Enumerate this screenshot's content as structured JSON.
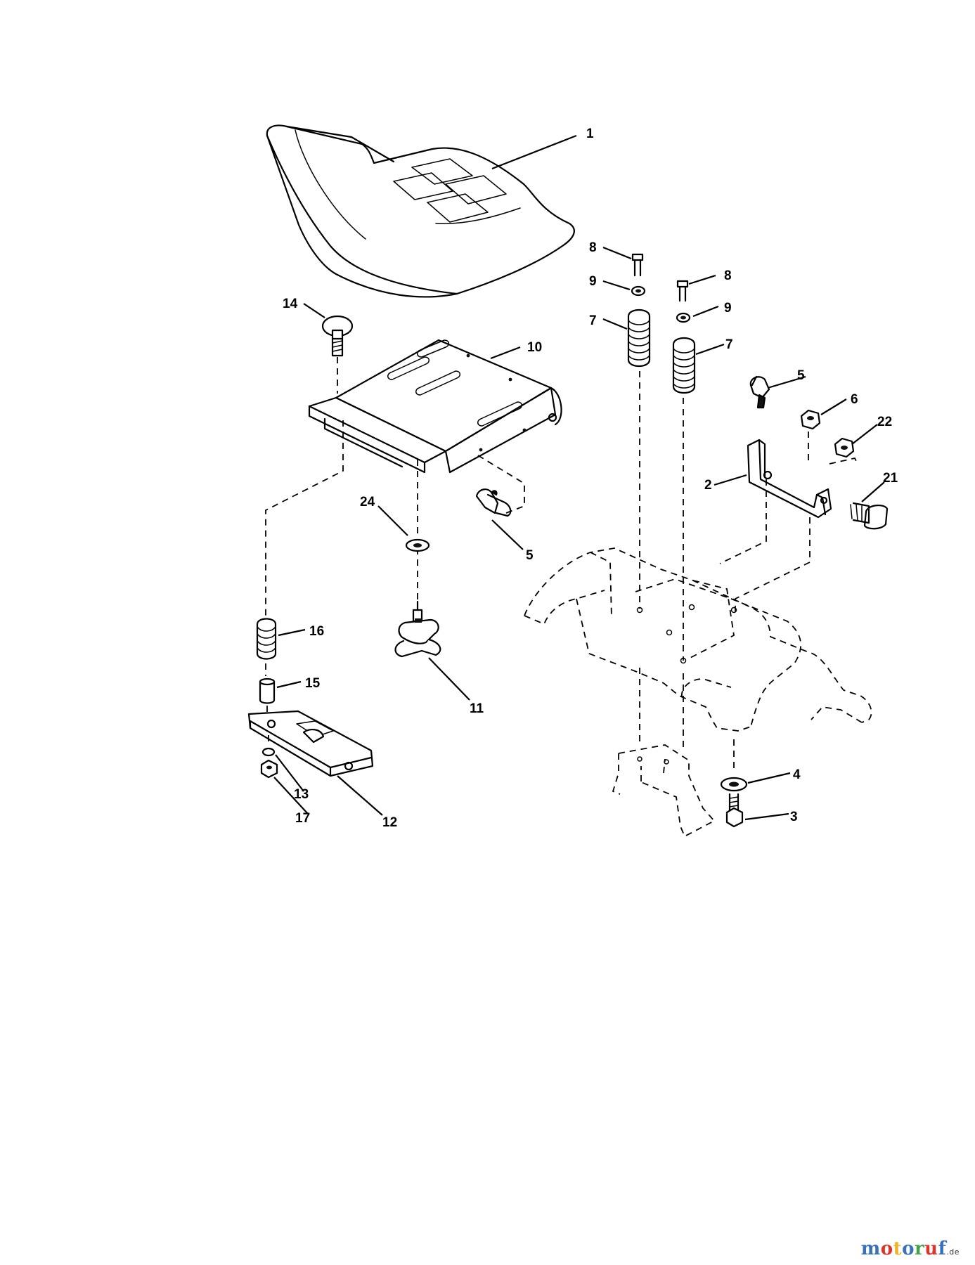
{
  "callouts": [
    {
      "id": "c1",
      "text": "1"
    },
    {
      "id": "c14",
      "text": "14"
    },
    {
      "id": "c10",
      "text": "10"
    },
    {
      "id": "c24",
      "text": "24"
    },
    {
      "id": "c5a",
      "text": "5"
    },
    {
      "id": "c16",
      "text": "16"
    },
    {
      "id": "c15",
      "text": "15"
    },
    {
      "id": "c11",
      "text": "11"
    },
    {
      "id": "c13",
      "text": "13"
    },
    {
      "id": "c17",
      "text": "17"
    },
    {
      "id": "c12",
      "text": "12"
    },
    {
      "id": "c8a",
      "text": "8"
    },
    {
      "id": "c9a",
      "text": "9"
    },
    {
      "id": "c7a",
      "text": "7"
    },
    {
      "id": "c8b",
      "text": "8"
    },
    {
      "id": "c9b",
      "text": "9"
    },
    {
      "id": "c7b",
      "text": "7"
    },
    {
      "id": "c5b",
      "text": "5"
    },
    {
      "id": "c6",
      "text": "6"
    },
    {
      "id": "c22",
      "text": "22"
    },
    {
      "id": "c2",
      "text": "2"
    },
    {
      "id": "c21",
      "text": "21"
    },
    {
      "id": "c4",
      "text": "4"
    },
    {
      "id": "c3",
      "text": "3"
    }
  ],
  "watermark": {
    "letters": [
      "m",
      "o",
      "t",
      "o",
      "r",
      "u",
      "f"
    ],
    "letter_colors": [
      "#3b6fb6",
      "#d9352c",
      "#f2b12a",
      "#3b6fb6",
      "#45a04a",
      "#d9352c",
      "#3b6fb6"
    ],
    "tld": ".de"
  }
}
